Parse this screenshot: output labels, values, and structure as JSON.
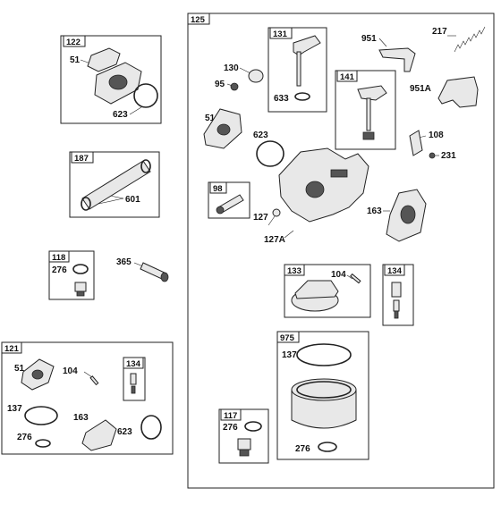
{
  "diagram": {
    "groups": [
      {
        "id": "g122",
        "tag": "122",
        "labels": [
          "51",
          "623"
        ]
      },
      {
        "id": "g187",
        "tag": "187",
        "labels": [
          "601"
        ]
      },
      {
        "id": "g118",
        "tag": "118",
        "labels": [
          "276"
        ]
      },
      {
        "id": "g121",
        "tag": "121",
        "labels": [
          "51",
          "104",
          "137",
          "163",
          "276",
          "623"
        ]
      },
      {
        "id": "g125",
        "tag": "125",
        "labels": [
          "130",
          "95",
          "51",
          "623",
          "127",
          "127A",
          "163",
          "108",
          "231",
          "951",
          "951A",
          "217"
        ]
      },
      {
        "id": "g131",
        "tag": "131",
        "labels": [
          "633"
        ]
      },
      {
        "id": "g141",
        "tag": "141",
        "labels": []
      },
      {
        "id": "g98",
        "tag": "98",
        "labels": []
      },
      {
        "id": "g133",
        "tag": "133",
        "labels": [
          "104"
        ]
      },
      {
        "id": "g134a",
        "tag": "134",
        "labels": []
      },
      {
        "id": "g134b",
        "tag": "134",
        "labels": []
      },
      {
        "id": "g975",
        "tag": "975",
        "labels": [
          "137",
          "276"
        ]
      },
      {
        "id": "g117",
        "tag": "117",
        "labels": [
          "276"
        ]
      }
    ],
    "loose_labels": [
      "365"
    ]
  }
}
